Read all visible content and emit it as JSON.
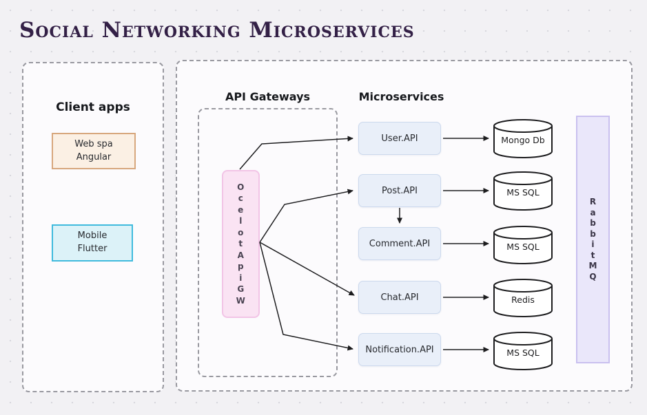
{
  "title": "Social Networking Microservices",
  "palette": {
    "title_color": "#332046",
    "webspa_bg": "#fbf0e4",
    "webspa_border": "#d7a77d",
    "mobile_bg": "#dcf2f8",
    "mobile_border": "#3fbadd",
    "gateway_bg": "#fae3f3",
    "gateway_border": "#f2c4e6",
    "service_bg": "#e9eff9",
    "service_border": "#ccd9ed",
    "queue_bg": "#eae7fa",
    "queue_border": "#c9c0ef",
    "connector_color": "#1c1c1e"
  },
  "client_panel": {
    "heading": "Client apps",
    "apps": [
      {
        "line1": "Web spa",
        "line2": "Angular"
      },
      {
        "line1": "Mobile",
        "line2": "Flutter"
      }
    ]
  },
  "gateway_panel": {
    "heading": "API Gateways",
    "gateway_label": "OcelotApiGW"
  },
  "services_panel": {
    "heading": "Microservices",
    "services": [
      {
        "name": "User.API",
        "database": "Mongo Db"
      },
      {
        "name": "Post.API",
        "database": "MS SQL"
      },
      {
        "name": "Comment.API",
        "database": "MS SQL"
      },
      {
        "name": "Chat.API",
        "database": "Redis"
      },
      {
        "name": "Notification.API",
        "database": "MS SQL"
      }
    ]
  },
  "queue": {
    "label": "RabbitMQ"
  }
}
